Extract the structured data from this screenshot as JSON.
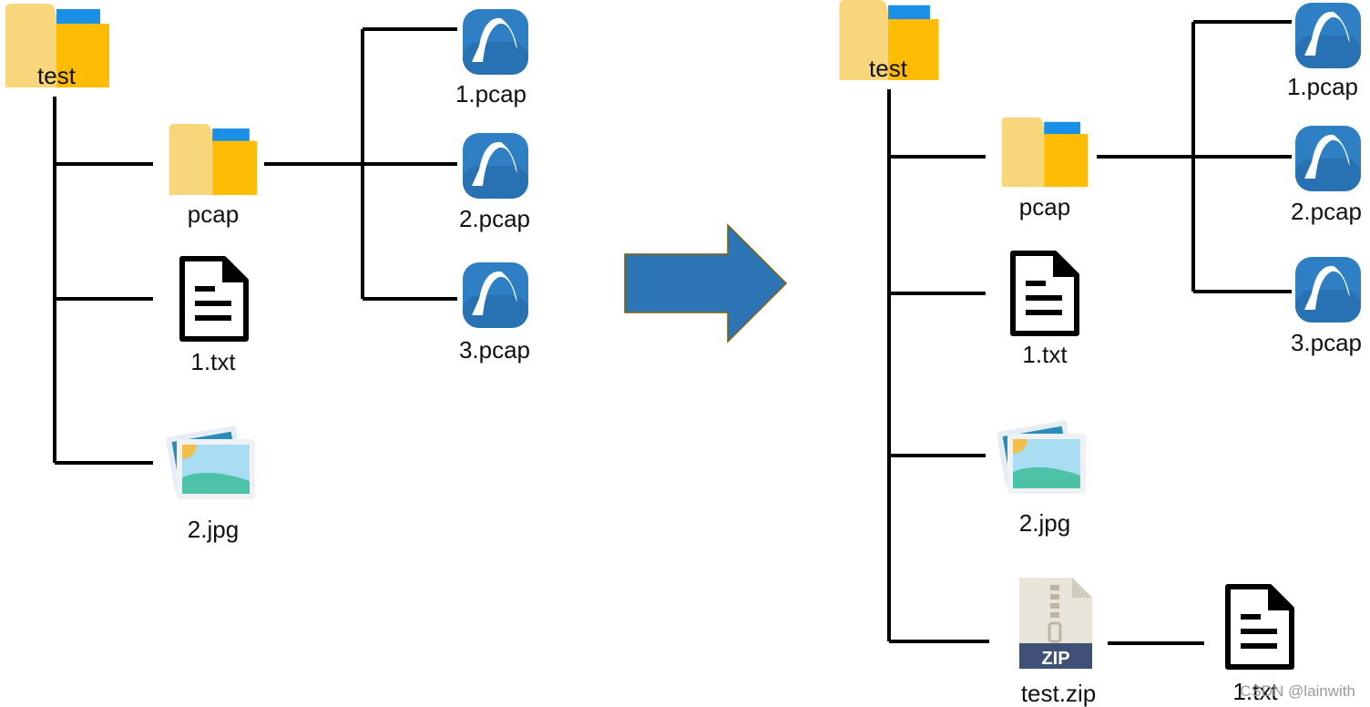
{
  "colors": {
    "folder_back": "#F8D77C",
    "folder_front": "#FFBC05",
    "folder_tab": "#1A8FE6",
    "shark_tile": "#2E7FC4",
    "arrow": "#2E75B6",
    "arrow_border": "#7F6000",
    "zip_band": "#3F5177"
  },
  "before": {
    "root": {
      "label": "test",
      "icon": "folder-icon"
    },
    "pcap_folder": {
      "label": "pcap",
      "icon": "folder-icon"
    },
    "pcap_files": [
      {
        "label": "1.pcap",
        "icon": "wireshark-icon"
      },
      {
        "label": "2.pcap",
        "icon": "wireshark-icon"
      },
      {
        "label": "3.pcap",
        "icon": "wireshark-icon"
      }
    ],
    "txt": {
      "label": "1.txt",
      "icon": "text-file-icon"
    },
    "jpg": {
      "label": "2.jpg",
      "icon": "image-icon"
    }
  },
  "arrow": {
    "icon": "right-arrow-icon"
  },
  "after": {
    "root": {
      "label": "test",
      "icon": "folder-icon"
    },
    "pcap_folder": {
      "label": "pcap",
      "icon": "folder-icon"
    },
    "pcap_files": [
      {
        "label": "1.pcap",
        "icon": "wireshark-icon"
      },
      {
        "label": "2.pcap",
        "icon": "wireshark-icon"
      },
      {
        "label": "3.pcap",
        "icon": "wireshark-icon"
      }
    ],
    "txt": {
      "label": "1.txt",
      "icon": "text-file-icon"
    },
    "jpg": {
      "label": "2.jpg",
      "icon": "image-icon"
    },
    "zip": {
      "label": "test.zip",
      "icon": "zip-icon",
      "badge": "ZIP"
    },
    "zip_txt": {
      "label": "1.txt",
      "icon": "text-file-icon"
    }
  },
  "watermark": "CSDN @lainwith"
}
